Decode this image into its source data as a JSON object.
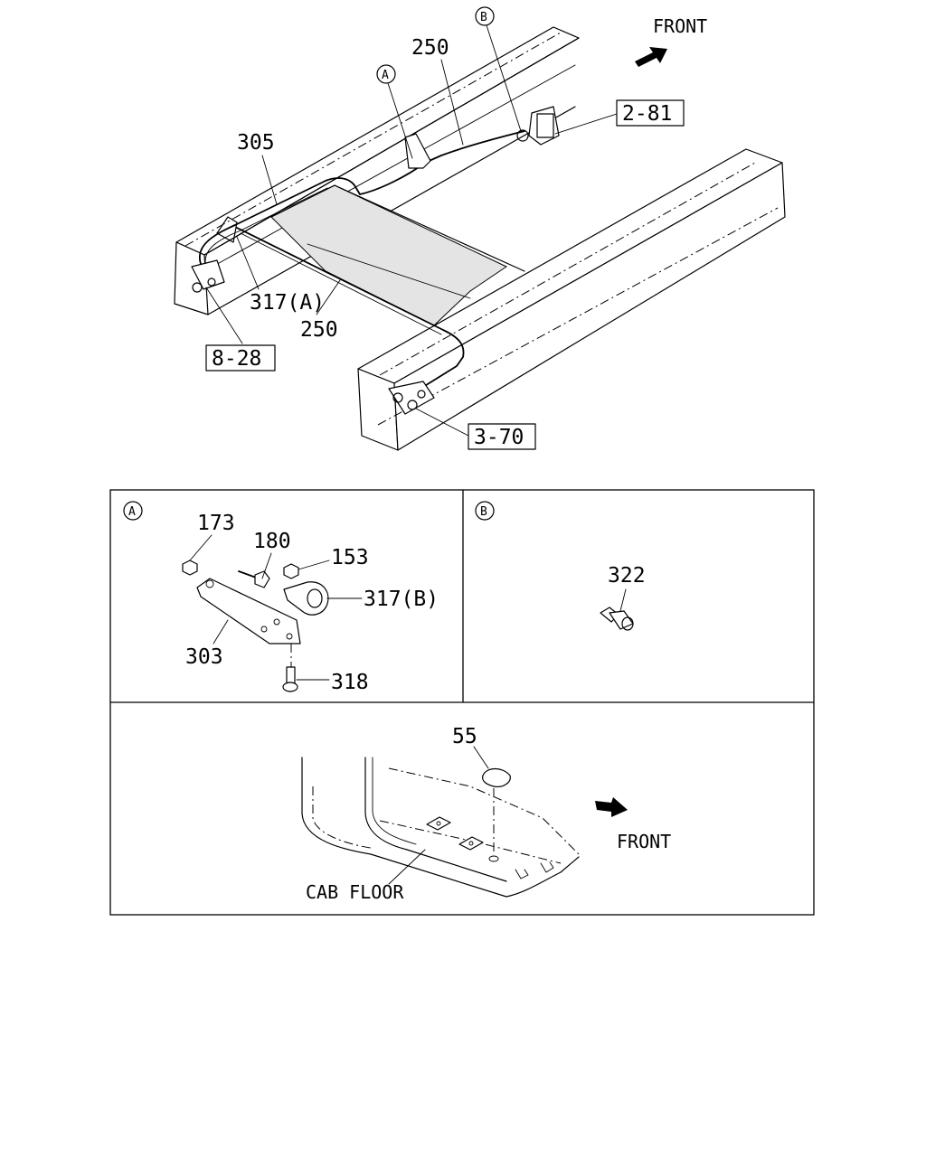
{
  "main_view": {
    "front_label": "FRONT",
    "callout_a": "A",
    "callout_b": "B",
    "parts": {
      "p305": "305",
      "p250_top": "250",
      "p250_bottom": "250",
      "p317a": "317(A)"
    },
    "references": {
      "ref_2_81": "2-81",
      "ref_8_28": "8-28",
      "ref_3_70": "3-70"
    }
  },
  "detail_a": {
    "marker": "A",
    "parts": {
      "p173": "173",
      "p180": "180",
      "p153": "153",
      "p317b": "317(B)",
      "p303": "303",
      "p318": "318"
    }
  },
  "detail_b": {
    "marker": "B",
    "parts": {
      "p322": "322"
    }
  },
  "detail_floor": {
    "p55": "55",
    "front_label": "FRONT",
    "cab_floor_label": "CAB FLOOR"
  }
}
